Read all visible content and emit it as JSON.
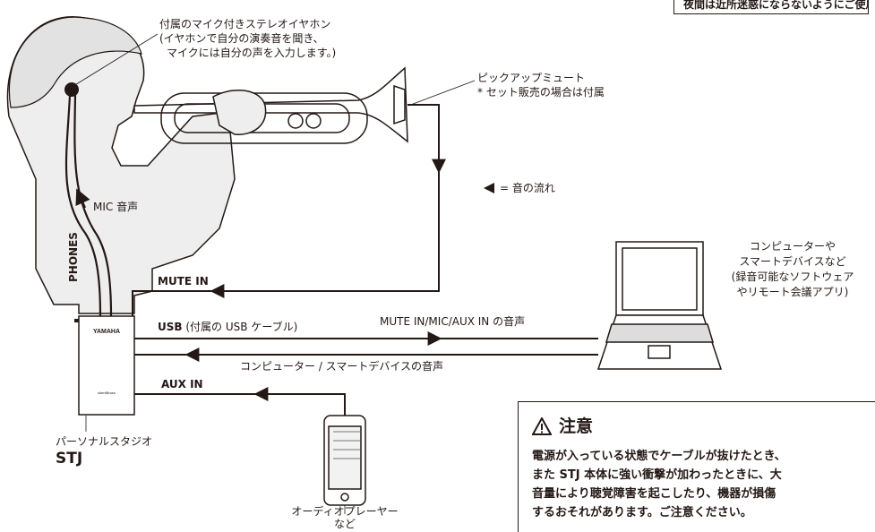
{
  "labels": {
    "earphone": [
      "付属のマイク付きステレオイヤホン",
      "(イヤホンで自分の演奏音を聞き、",
      "マイクには自分の声を入力します。)"
    ],
    "mute": [
      "ピックアップミュート",
      "* セット販売の場合は付属"
    ],
    "legend": "= 音の流れ",
    "mic_voice": "MIC 音声",
    "phones": "PHONES",
    "mute_in": "MUTE IN",
    "usb": "USB",
    "usb_note": "(付属の USB ケーブル)",
    "usb_out_audio": "MUTE IN/MIC/AUX IN の音声",
    "computer_audio": "コンピューター / スマートデバイスの音声",
    "aux_in": "AUX IN",
    "computer": [
      "コンピューターや",
      "スマートデバイスなど",
      "(録音可能なソフトウェア",
      "やリモート会議アプリ)"
    ],
    "studio_caption": "パーソナルスタジオ",
    "studio_name": "STJ",
    "audio_player": [
      "オーディオプレーヤー",
      "など"
    ],
    "device_brand": "YAMAHA",
    "device_sub": "silentBrass"
  },
  "top_note": "夜間は近所迷惑にならないようにご使用ください。",
  "caution": {
    "title": "注意",
    "lines": [
      "電源が入っている状態でケーブルが抜けたとき、",
      "また STJ 本体に強い衝撃が加わったときに、大",
      "音量により聴覚障害を起こしたり、機器が損傷",
      "するおそれがあります。ご注意ください。"
    ]
  },
  "colors": {
    "ink": "#231815",
    "figure_fill": "#eeeeee",
    "figure_stroke": "#231815"
  },
  "icons": [
    "warning-icon",
    "flow-arrow-icon"
  ]
}
